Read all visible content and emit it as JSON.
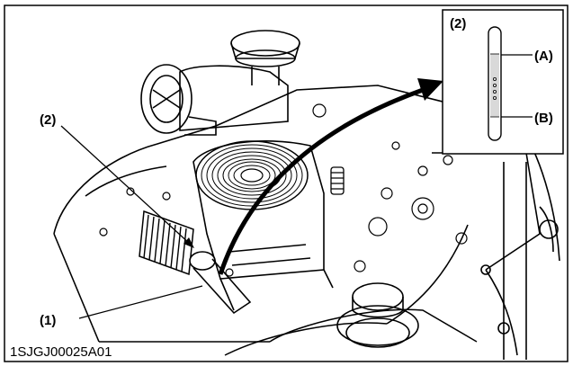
{
  "callouts": {
    "dipstick": "(1)",
    "cooler_mark": "(2)",
    "inset_number": "(2)",
    "upper_mark": "(A)",
    "lower_mark": "(B)"
  },
  "figure_code": "1SJGJ00025A01"
}
